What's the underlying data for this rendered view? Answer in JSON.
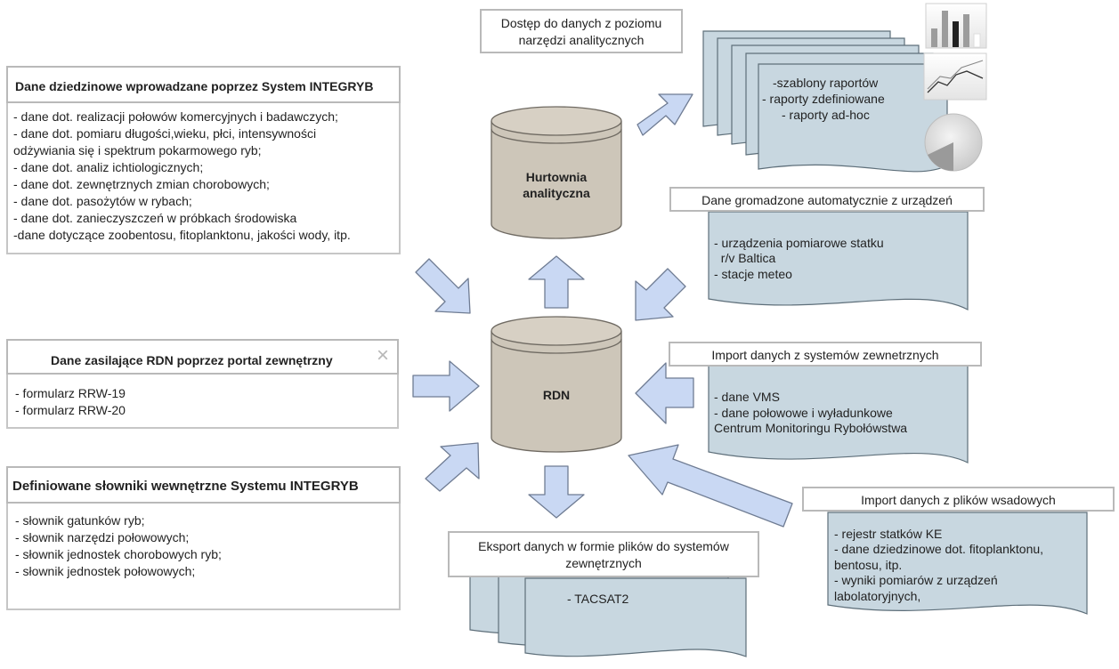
{
  "left_panels": {
    "domain": {
      "title": "Dane dziedzinowe  wprowadzane poprzez System INTEGRYB",
      "items": [
        "- dane dot. realizacji połowów komercyjnych i badawczych;",
        "- dane dot. pomiaru długości,wieku, płci, intensywności",
        "odżywiania się i spektrum pokarmowego ryb;",
        "- dane dot. analiz ichtiologicznych;",
        "- dane dot. zewnętrznych zmian chorobowych;",
        "- dane dot. pasożytów w rybach;",
        "- dane dot. zanieczyszczeń w próbkach środowiska",
        "-dane dotyczące zoobentosu, fitoplanktonu, jakości wody, itp."
      ]
    },
    "portal": {
      "title": "Dane zasilające  RDN poprzez portal zewnętrzny",
      "close_glyph": "×",
      "items": [
        "- formularz RRW-19",
        "- formularz RRW-20"
      ]
    },
    "dictionaries": {
      "title": "Definiowane słowniki wewnętrzne  Systemu INTEGRYB",
      "items": [
        "- słownik gatunków ryb;",
        "- słownik narzędzi połowowych;",
        "- słownik jednostek chorobowych ryb;",
        "- słownik jednostek połowowych;"
      ]
    }
  },
  "center": {
    "warehouse_label": [
      "Hurtownia",
      "analityczna"
    ],
    "rdn_label": "RDN"
  },
  "top": {
    "access_title": [
      "Dostęp do danych z poziomu",
      "narzędzi analitycznych"
    ],
    "reports": [
      "-szablony raportów",
      "- raporty zdefiniowane",
      "- raporty ad-hoc"
    ]
  },
  "right_panels": {
    "devices": {
      "title": "Dane gromadzone automatycznie z urządzeń",
      "items": [
        "- urządzenia pomiarowe statku",
        "  r/v Baltica",
        "- stacje meteo"
      ]
    },
    "external_import": {
      "title": "Import danych z systemów zewnetrznych",
      "items": [
        "- dane VMS",
        "- dane połowowe i wyładunkowe",
        "Centrum Monitoringu Rybołówstwa"
      ]
    },
    "batch_import": {
      "title": "Import danych z plików wsadowych",
      "items": [
        "- rejestr statków KE",
        "- dane dziedzinowe dot. fitoplanktonu,",
        "bentosu, itp.",
        "- wyniki pomiarów  z urządzeń",
        "labolatoryjnych,"
      ]
    }
  },
  "bottom": {
    "export_title": [
      "Eksport danych w formie plików do systemów",
      "zewnętrznych"
    ],
    "export_items": [
      "- TACSAT2"
    ]
  },
  "colors": {
    "cylinder": "#cdc6b9",
    "cylinder_stroke": "#6f6a62",
    "arrow": "#c9d8f3",
    "arrow_stroke": "#6f7c93",
    "doc": "#c8d7e0",
    "doc_stroke": "#5e6f7a"
  },
  "icons": [
    "bar-chart-thumbnail-icon",
    "line-chart-thumbnail-icon",
    "pie-chart-thumbnail-icon"
  ]
}
